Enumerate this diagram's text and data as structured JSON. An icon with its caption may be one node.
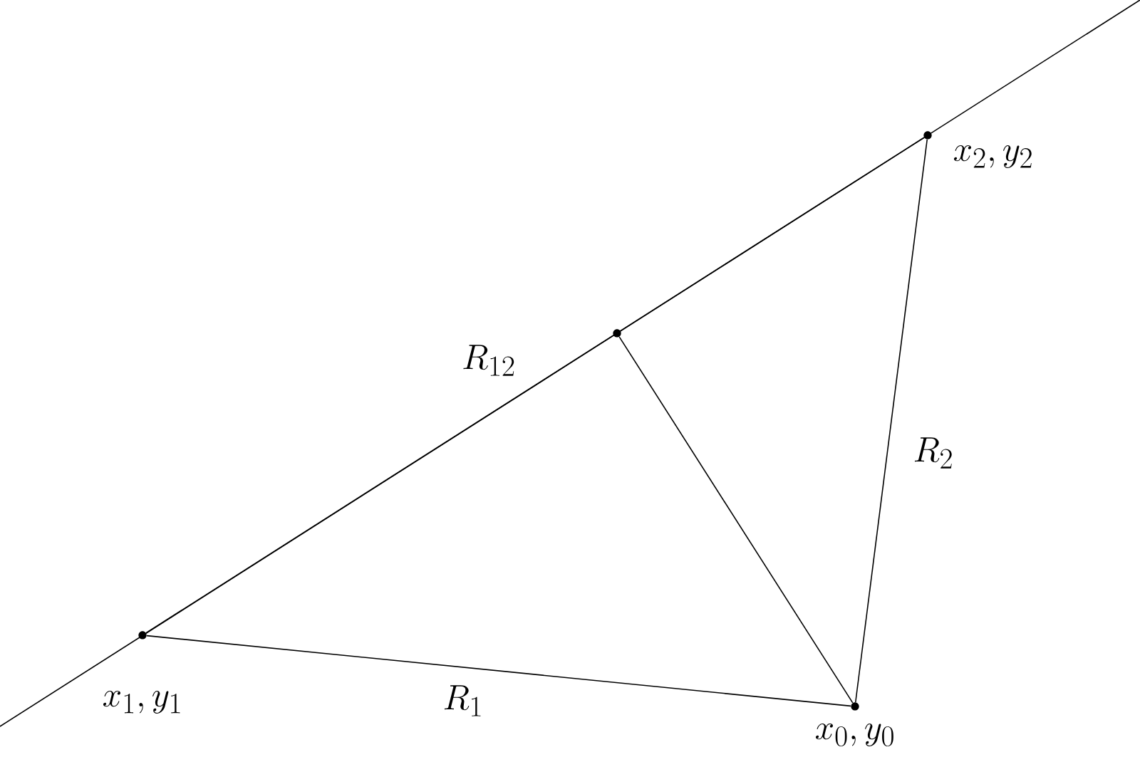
{
  "diagram": {
    "nodes": [
      {
        "text": [
          "x_1, y_1"
        ]
      },
      {
        "text": [
          "x_2, y_2"
        ]
      },
      {
        "text": [
          "x_0, y_0"
        ]
      },
      {
        "text": [],
        "shape": "circle"
      }
    ],
    "edges": [
      {
        "from": 0,
        "to": 1,
        "arrow": "none",
        "label": "R_{12}"
      },
      {
        "from": 0,
        "to": 2,
        "arrow": "none",
        "label": "R_1"
      },
      {
        "from": 2,
        "to": 1,
        "arrow": "none",
        "label": "R_2"
      },
      {
        "from": 3,
        "to": 2,
        "arrow": "none"
      }
    ]
  }
}
